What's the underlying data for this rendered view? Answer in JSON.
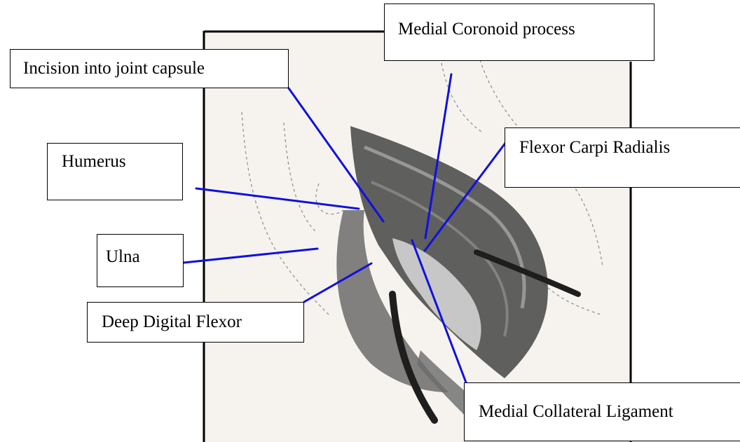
{
  "labels": {
    "medial_coronoid_process": "Medial Coronoid process",
    "incision_into_joint_capsule": "Incision into joint capsule",
    "flexor_carpi_radialis": "Flexor Carpi Radialis",
    "humerus": "Humerus",
    "ulna": "Ulna",
    "deep_digital_flexor": "Deep Digital Flexor",
    "medial_collateral_ligament": "Medial Collateral Ligament"
  },
  "colors": {
    "leader_line": "#1010e0",
    "frame": "#000000",
    "paper": "#f6f3ee",
    "ink_dark": "#2a2a2a",
    "ink_mid": "#6a6a6a",
    "ink_light": "#a8a8a8"
  }
}
